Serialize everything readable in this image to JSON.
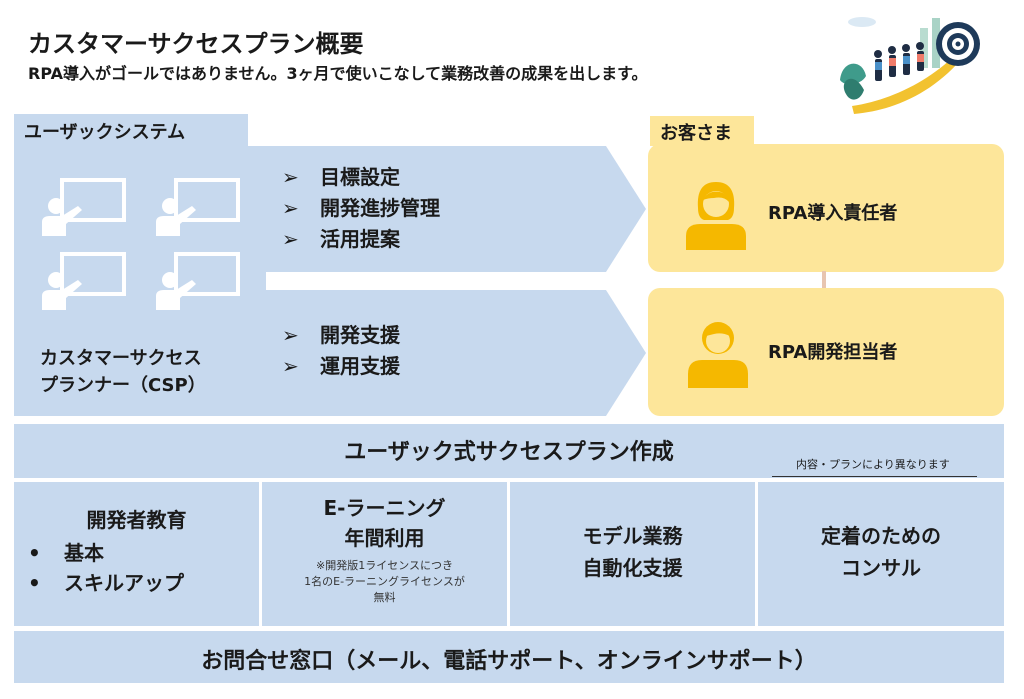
{
  "header": {
    "title": "カスタマーサクセスプラン概要",
    "subtitle": "RPA導入がゴールではありません。3ヶ月で使いこなして業務改善の成果を出します。"
  },
  "system": {
    "label": "ユーザックシステム",
    "caption_line1": "カスタマーサクセス",
    "caption_line2": "プランナー（CSP）",
    "bullet_mark": "➢",
    "group1": [
      "目標設定",
      "開発進捗管理",
      "活用提案"
    ],
    "group2": [
      "開発支援",
      "運用支援"
    ]
  },
  "customer": {
    "label": "お客さま",
    "roles": [
      "RPA導入責任者",
      "RPA開発担当者"
    ]
  },
  "plan": {
    "title": "ユーザック式サクセスプラン作成",
    "note": "内容・プランにより異なります"
  },
  "services": {
    "education": {
      "title": "開発者教育",
      "items": [
        "基本",
        "スキルアップ"
      ],
      "bullet": "•"
    },
    "elearning": {
      "title_line1": "E-ラーニング",
      "title_line2": "年間利用",
      "note_line1": "※開発版1ライセンスにつき",
      "note_line2": "1名のE-ラーニングライセンスが",
      "note_line3": "無料"
    },
    "automation": {
      "line1": "モデル業務",
      "line2": "自動化支援"
    },
    "consulting": {
      "line1": "定着のための",
      "line2": "コンサル"
    }
  },
  "contact": {
    "label": "お問合せ窓口（メール、電話サポート、オンラインサポート）"
  },
  "colors": {
    "blue_panel": "#c7d9ee",
    "yellow_panel": "#fde69a",
    "person_icon": "#f5b800"
  }
}
